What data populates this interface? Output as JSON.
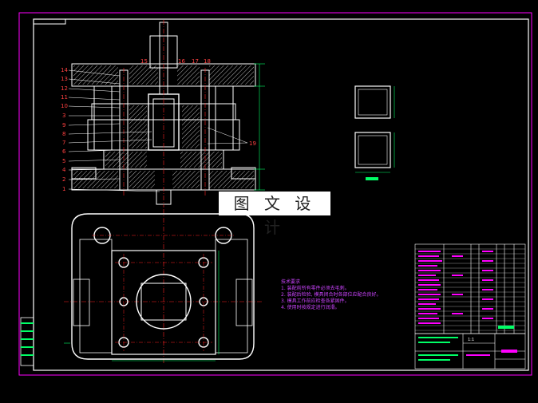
{
  "watermark": "图 文 设 计",
  "part_numbers_left": [
    "14",
    "13",
    "12",
    "11",
    "10",
    "3",
    "9",
    "8",
    "7",
    "6",
    "5",
    "4",
    "2",
    "1"
  ],
  "part_numbers_top": [
    "15",
    "16",
    "17",
    "18"
  ],
  "part_number_right": "19",
  "tech_notes": {
    "heading": "技术要求",
    "items": [
      "1. 装配前所有零件必须去毛刺。",
      "2. 装配后检验, 模具闭合时各部位应配合良好。",
      "3. 模具工作前应检查各紧固件。",
      "4. 使用时按规定进行润滑。"
    ]
  },
  "dimensions": {
    "height_total": "...",
    "side_bar": "...",
    "plan_width": "..."
  },
  "title_block": {
    "scale": "1:1"
  },
  "colors": {
    "border": "#ff00ff",
    "drawing": "#ffffff",
    "center_line": "#ff2020",
    "dimension": "#00ff66",
    "note": "#cc44ff"
  }
}
